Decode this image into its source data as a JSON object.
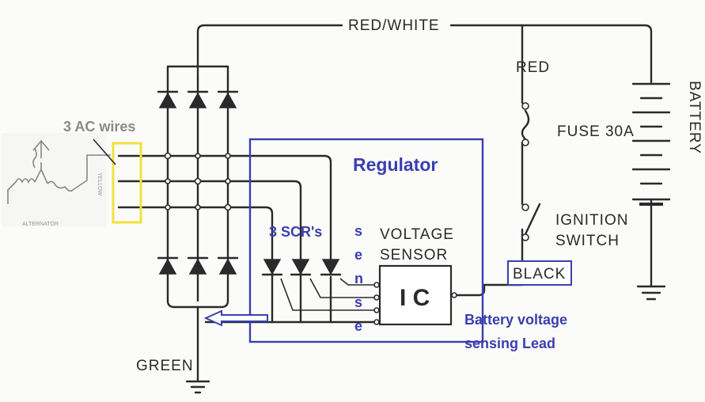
{
  "labels": {
    "red_white": "RED/WHITE",
    "red": "RED",
    "fuse": "FUSE 30A",
    "battery": "BATTERY",
    "ignition_1": "IGNITION",
    "ignition_2": "SWITCH",
    "black": "BLACK",
    "voltage_1": "VOLTAGE",
    "voltage_2": "SENSOR",
    "ic": "I C",
    "green": "GREEN",
    "alternator": "ALTERNATOR",
    "yellow": "YELLOW"
  },
  "annotations": {
    "ac_wires": "3 AC wires",
    "regulator": "Regulator",
    "scrs": "3 SCR's",
    "sense": [
      "s",
      "e",
      "n",
      "s",
      "e"
    ],
    "battery_sense_1": "Battery voltage",
    "battery_sense_2": "sensing Lead"
  },
  "colors": {
    "annotation_blue": "#3a3fae",
    "highlight_yellow": "#f2e23a",
    "ink": "#2a2a2a"
  }
}
